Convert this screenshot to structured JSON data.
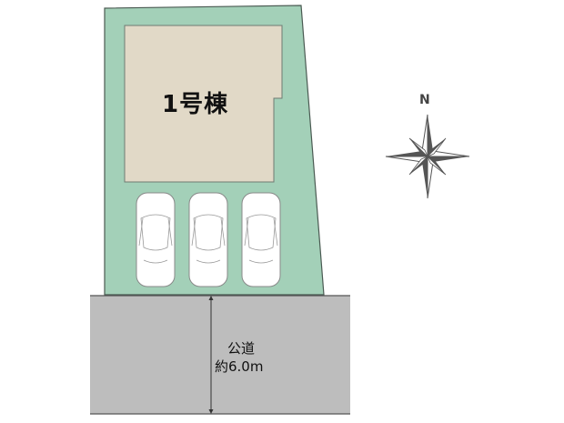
{
  "plan": {
    "building_label": "1号棟",
    "parking_spaces": 3,
    "road": {
      "name": "公道",
      "width": "約6.0m"
    },
    "compass": {
      "north_label": "N"
    }
  },
  "colors": {
    "lot": "#a3d0b8",
    "building": "#e1d9c7",
    "road": "#bdbdbd",
    "outline": "#4a5a52",
    "compass": "#555555"
  }
}
